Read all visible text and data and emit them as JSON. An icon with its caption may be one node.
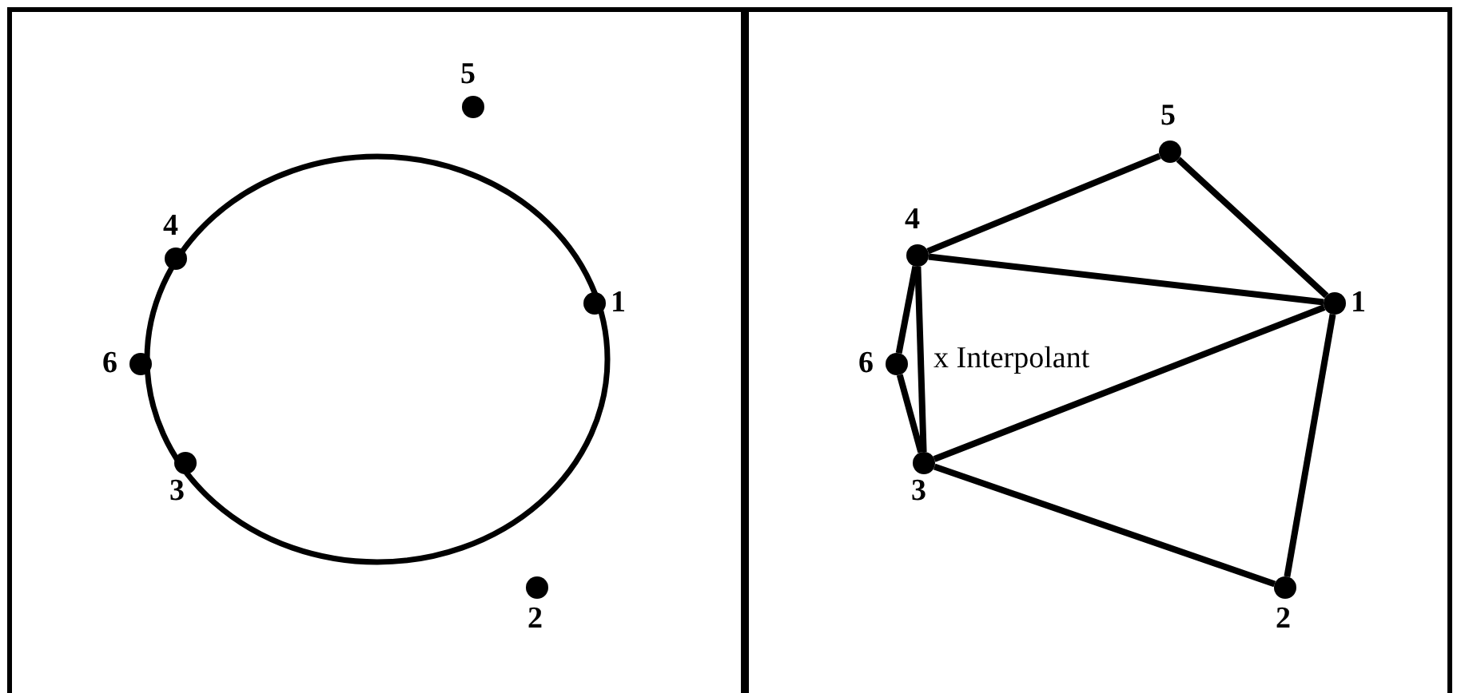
{
  "diagram": {
    "nodes": [
      {
        "text": [
          "5"
        ]
      },
      {
        "text": [
          "4"
        ]
      },
      {
        "text": [
          "1"
        ]
      },
      {
        "text": [
          "6"
        ]
      },
      {
        "text": [
          "3"
        ]
      },
      {
        "text": [
          "2"
        ]
      },
      {
        "text": [
          "5"
        ]
      },
      {
        "text": [
          "4"
        ]
      },
      {
        "text": [
          "1"
        ]
      },
      {
        "text": [
          "6"
        ]
      },
      {
        "text": [
          "3"
        ]
      },
      {
        "text": [
          "2"
        ]
      }
    ],
    "edges": [
      {
        "from": 7,
        "to": 6,
        "arrow": "none"
      },
      {
        "from": 6,
        "to": 8,
        "arrow": "none"
      },
      {
        "from": 7,
        "to": 8,
        "arrow": "none"
      },
      {
        "from": 7,
        "to": 9,
        "arrow": "none"
      },
      {
        "from": 9,
        "to": 10,
        "arrow": "none"
      },
      {
        "from": 7,
        "to": 10,
        "arrow": "none"
      },
      {
        "from": 10,
        "to": 8,
        "arrow": "none"
      },
      {
        "from": 10,
        "to": 11,
        "arrow": "none"
      },
      {
        "from": 11,
        "to": 8,
        "arrow": "none"
      }
    ],
    "labels": [
      "x Interpolant"
    ]
  }
}
